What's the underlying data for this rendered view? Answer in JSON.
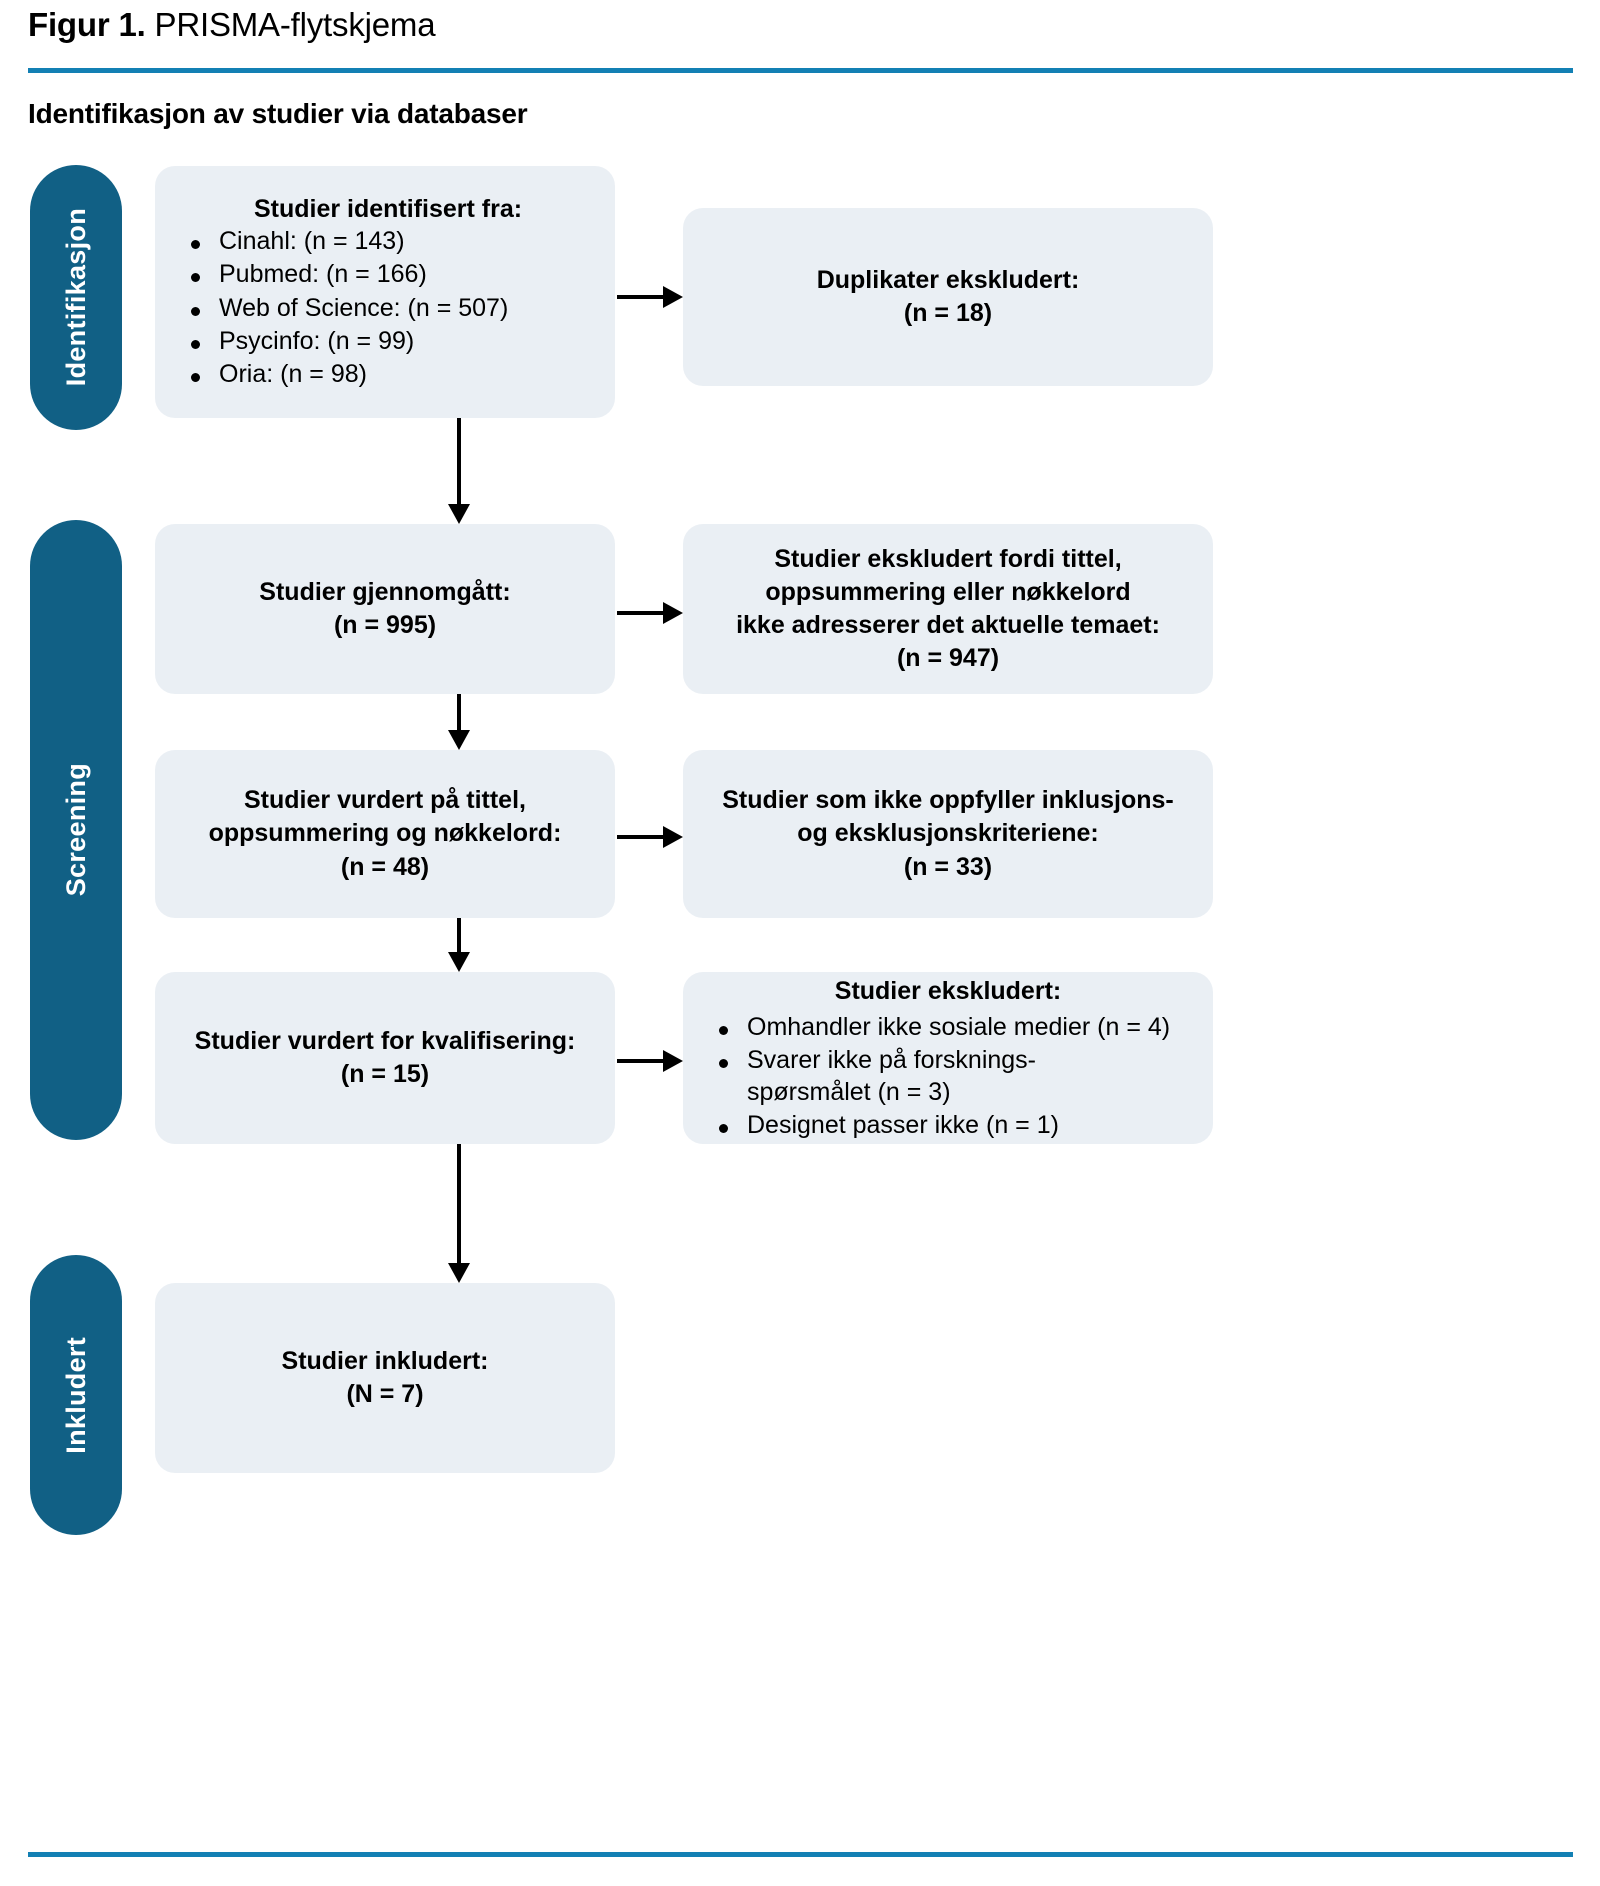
{
  "header": {
    "figure_number": "Figur 1.",
    "figure_caption": " PRISMA-flytskjema",
    "section_title": "Identifikasjon av studier via databaser"
  },
  "colors": {
    "accent_rule": "#1380b4",
    "stage_pill": "#116085",
    "box_fill": "#eaeff4",
    "arrow": "#000000"
  },
  "stages": [
    {
      "id": "identifikasjon",
      "label": "Identifikasjon"
    },
    {
      "id": "screening",
      "label": "Screening"
    },
    {
      "id": "inkludert",
      "label": "Inkludert"
    }
  ],
  "boxes": {
    "identified": {
      "heading": "Studier identifisert fra:",
      "items": [
        "Cinahl: (n = 143)",
        "Pubmed: (n = 166)",
        "Web of Science: (n = 507)",
        "Psycinfo: (n = 99)",
        "Oria: (n = 98)"
      ]
    },
    "duplicates": {
      "line1": "Duplikater ekskludert:",
      "line2": "(n = 18)"
    },
    "screened": {
      "line1": "Studier gjennomgått:",
      "line2": "(n = 995)"
    },
    "excluded_topic": {
      "line1": "Studier ekskludert fordi tittel,",
      "line2": "oppsummering eller nøkkelord",
      "line3": "ikke adresserer det aktuelle temaet:",
      "line4": "(n = 947)"
    },
    "assessed_title": {
      "line1": "Studier vurdert på tittel,",
      "line2": "oppsummering og nøkkelord:",
      "line3": "(n = 48)"
    },
    "excluded_criteria": {
      "line1": "Studier som ikke oppfyller inklusjons-",
      "line2": "og eksklusjonskriteriene:",
      "line3": "(n = 33)"
    },
    "eligibility": {
      "line1": "Studier vurdert for kvalifisering:",
      "line2": "(n = 15)"
    },
    "excluded_reasons": {
      "heading": "Studier ekskludert:",
      "items": [
        "Omhandler ikke sosiale medier (n = 4)",
        "Svarer ikke på forsknings-\nspørsmålet (n = 3)",
        "Designet passer ikke (n = 1)"
      ]
    },
    "included": {
      "line1": "Studier inkludert:",
      "line2": "(N = 7)"
    }
  },
  "chart_data": {
    "type": "diagram",
    "title": "PRISMA-flytskjema",
    "nodes": [
      {
        "id": "identified",
        "stage": "Identifikasjon",
        "label": "Studier identifisert fra",
        "counts": {
          "Cinahl": 143,
          "Pubmed": 166,
          "Web of Science": 507,
          "Psycinfo": 99,
          "Oria": 98
        }
      },
      {
        "id": "duplicates",
        "stage": "Identifikasjon",
        "label": "Duplikater ekskludert",
        "n": 18
      },
      {
        "id": "screened",
        "stage": "Screening",
        "label": "Studier gjennomgått",
        "n": 995
      },
      {
        "id": "excluded_topic",
        "stage": "Screening",
        "label": "Studier ekskludert fordi tittel, oppsummering eller nøkkelord ikke adresserer det aktuelle temaet",
        "n": 947
      },
      {
        "id": "assessed_title",
        "stage": "Screening",
        "label": "Studier vurdert på tittel, oppsummering og nøkkelord",
        "n": 48
      },
      {
        "id": "excluded_criteria",
        "stage": "Screening",
        "label": "Studier som ikke oppfyller inklusjons- og eksklusjonskriteriene",
        "n": 33
      },
      {
        "id": "eligibility",
        "stage": "Screening",
        "label": "Studier vurdert for kvalifisering",
        "n": 15
      },
      {
        "id": "excluded_reasons",
        "stage": "Screening",
        "label": "Studier ekskludert",
        "reasons": {
          "Omhandler ikke sosiale medier": 4,
          "Svarer ikke på forskningsspørsmålet": 3,
          "Designet passer ikke": 1
        }
      },
      {
        "id": "included",
        "stage": "Inkludert",
        "label": "Studier inkludert",
        "n": 7
      }
    ],
    "edges": [
      {
        "from": "identified",
        "to": "duplicates",
        "direction": "right"
      },
      {
        "from": "identified",
        "to": "screened",
        "direction": "down"
      },
      {
        "from": "screened",
        "to": "excluded_topic",
        "direction": "right"
      },
      {
        "from": "screened",
        "to": "assessed_title",
        "direction": "down"
      },
      {
        "from": "assessed_title",
        "to": "excluded_criteria",
        "direction": "right"
      },
      {
        "from": "assessed_title",
        "to": "eligibility",
        "direction": "down"
      },
      {
        "from": "eligibility",
        "to": "excluded_reasons",
        "direction": "right"
      },
      {
        "from": "eligibility",
        "to": "included",
        "direction": "down"
      }
    ]
  }
}
